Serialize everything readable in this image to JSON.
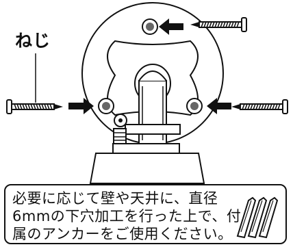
{
  "labels": {
    "screw": "ねじ"
  },
  "note": {
    "lines": [
      "必要に応じて壁や天井に、直径",
      "6mmの下穴加工を行った上で、付",
      "属のアンカーをご使用ください。"
    ]
  },
  "icons": [
    "screw-icon",
    "arrow-icon",
    "wall-anchor-icon"
  ]
}
